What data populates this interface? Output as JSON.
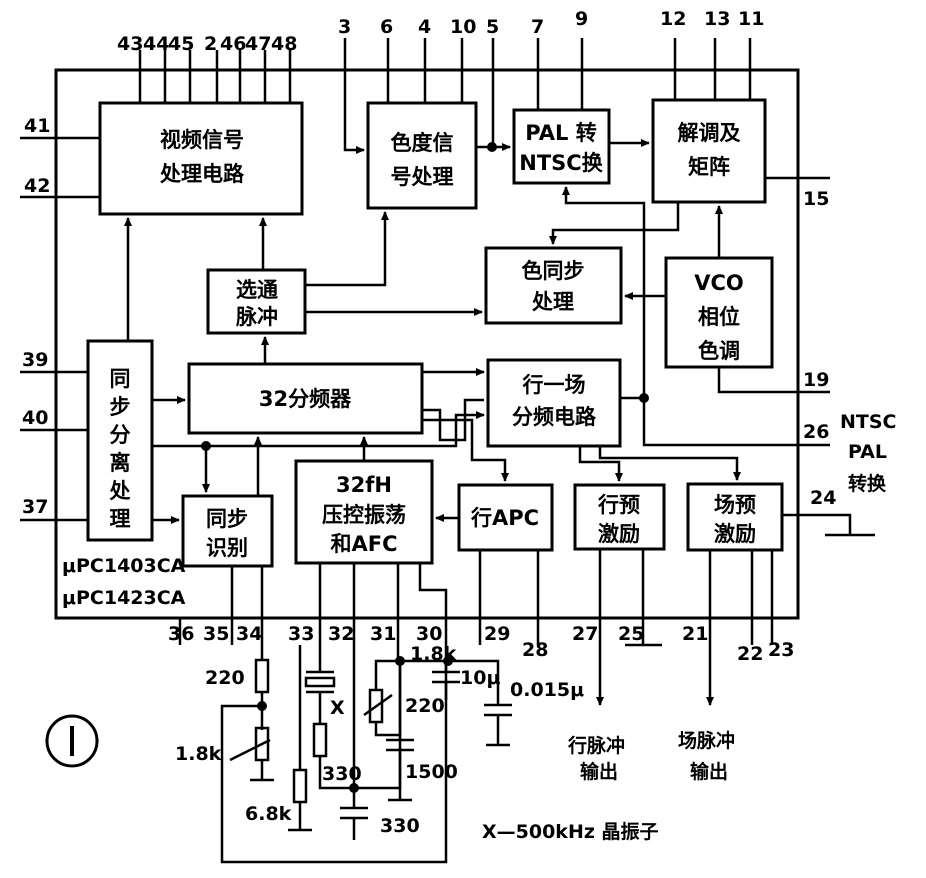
{
  "blocks": {
    "video": [
      "视频信号",
      "处理电路"
    ],
    "chroma": [
      "色度信",
      "号处理"
    ],
    "pal_ntsc": [
      "PAL 转",
      "NTSC换"
    ],
    "demod": [
      "解调及",
      "矩阵"
    ],
    "gate": [
      "选通",
      "脉冲"
    ],
    "color_sync": [
      "色同步",
      "处理"
    ],
    "vco": [
      "VCO",
      "相位",
      "色调"
    ],
    "sync_sep": [
      "同",
      "步",
      "分",
      "离",
      "处",
      "理"
    ],
    "div32": [
      "32分频器"
    ],
    "hv_div": [
      "行一场",
      "分频电路"
    ],
    "vco32": [
      "32fH",
      "压控振荡",
      "和AFC"
    ],
    "sync_id": [
      "同步",
      "识别"
    ],
    "h_apc": [
      "行APC"
    ],
    "h_pre": [
      "行预",
      "激励"
    ],
    "v_pre": [
      "场预",
      "激励"
    ]
  },
  "pins": {
    "top": [
      "43",
      "44",
      "45",
      "2",
      "46",
      "47",
      "48",
      "3",
      "6",
      "4",
      "10",
      "5",
      "7",
      "9",
      "12",
      "13",
      "11"
    ],
    "left": [
      "41",
      "42",
      "39",
      "40",
      "37"
    ],
    "right": [
      "15",
      "19",
      "26",
      "24"
    ],
    "bottom": [
      "36",
      "35",
      "34",
      "33",
      "32",
      "31",
      "30",
      "29",
      "28",
      "27",
      "25",
      "21",
      "22",
      "23"
    ]
  },
  "chip_labels": [
    "μPC1403CA",
    "μPC1423CA"
  ],
  "ntsc_pal_label": [
    "NTSC",
    "PAL",
    "转换"
  ],
  "components": {
    "r220_left": "220",
    "r18k_left": "1.8k",
    "x_label": "X",
    "r330_mid": "330",
    "r68k": "6.8k",
    "c330": "330",
    "r18k_right": "1.8k",
    "r220_right": "220",
    "c1500": "1500",
    "c10u": "10μ",
    "c0015": "0.015μ"
  },
  "outputs": {
    "h_pulse": [
      "行脉冲",
      "输出"
    ],
    "v_pulse": [
      "场脉冲",
      "输出"
    ]
  },
  "crystal_note": "X—500kHz 晶振子",
  "figure_number": "①"
}
